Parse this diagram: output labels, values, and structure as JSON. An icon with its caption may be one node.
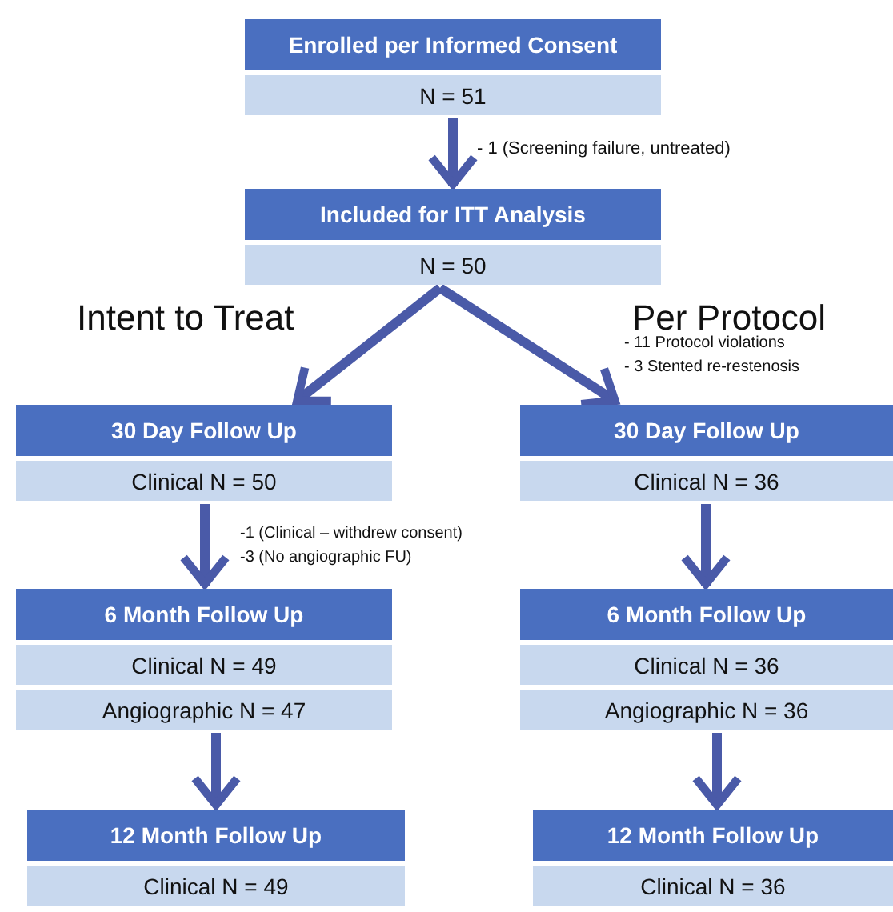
{
  "diagram": {
    "nodes": [
      {
        "text": [
          "Enrolled per Informed Consent",
          "N = 51"
        ]
      },
      {
        "text": [
          "Included for ITT Analysis",
          "N = 50"
        ]
      },
      {
        "text": [
          "30 Day Follow Up",
          "Clinical N = 50"
        ]
      },
      {
        "text": [
          "30 Day Follow Up",
          "Clinical N = 36"
        ]
      },
      {
        "text": [
          "6 Month Follow Up",
          "Clinical N = 49",
          "Angiographic N = 47"
        ]
      },
      {
        "text": [
          "6 Month Follow Up",
          "Clinical N = 36",
          "Angiographic N = 36"
        ]
      },
      {
        "text": [
          "12 Month Follow Up",
          "Clinical N = 49"
        ]
      },
      {
        "text": [
          "12 Month Follow Up",
          "Clinical N = 36"
        ]
      }
    ],
    "edges": [
      {
        "from": 0,
        "to": 1,
        "arrow": "to"
      },
      {
        "from": 1,
        "to": 2,
        "arrow": "to"
      },
      {
        "from": 1,
        "to": 3,
        "arrow": "to"
      },
      {
        "from": 2,
        "to": 4,
        "arrow": "to"
      },
      {
        "from": 3,
        "to": 5,
        "arrow": "to"
      },
      {
        "from": 4,
        "to": 6,
        "arrow": "to"
      },
      {
        "from": 5,
        "to": 7,
        "arrow": "to"
      }
    ],
    "labels": [
      "- 1 (Screening failure, untreated)",
      "Intent to Treat",
      "Per Protocol",
      "- 11 Protocol violations",
      "- 3 Stented re-restenosis",
      "-1 (Clinical – withdrew consent)",
      "-3 (No angiographic FU)"
    ]
  }
}
